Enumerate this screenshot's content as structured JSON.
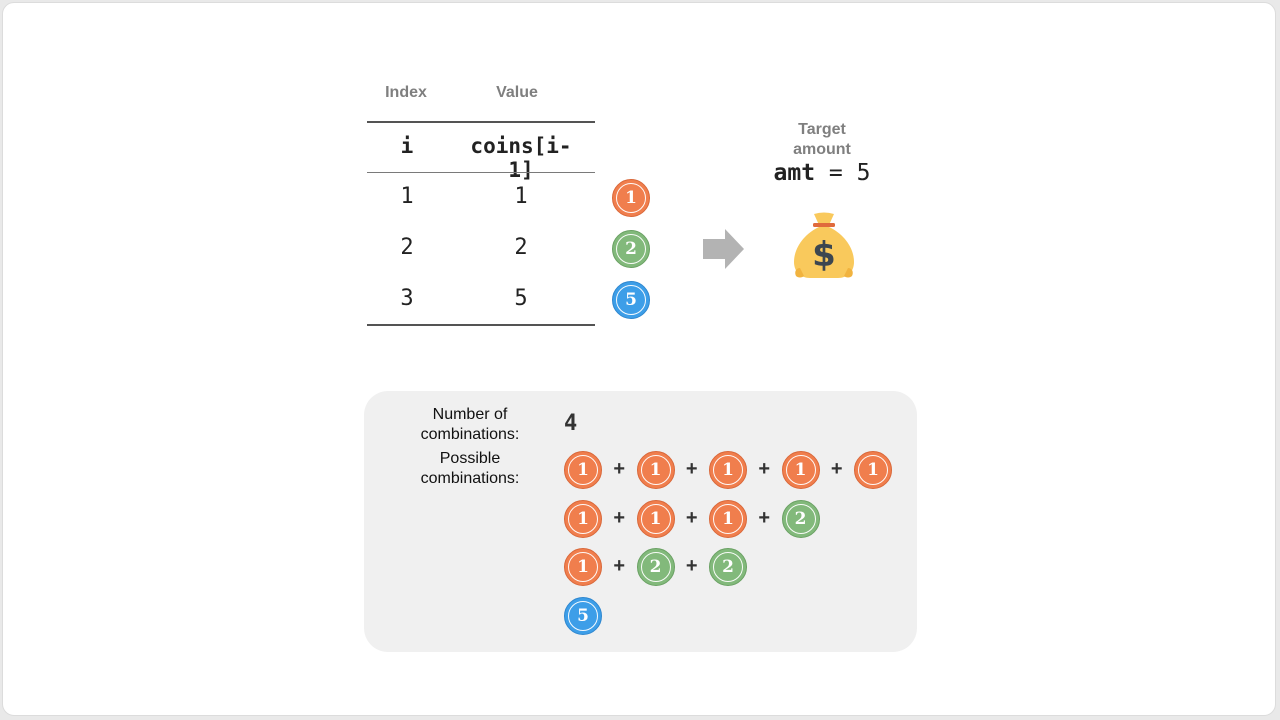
{
  "table": {
    "captions": {
      "index": "Index",
      "value": "Value"
    },
    "headers": {
      "i": "i",
      "value": "coins[i-1]"
    },
    "rows": [
      {
        "index": "1",
        "value": "1",
        "coin": "1",
        "color": "orange"
      },
      {
        "index": "2",
        "value": "2",
        "coin": "2",
        "color": "green"
      },
      {
        "index": "3",
        "value": "5",
        "coin": "5",
        "color": "blue"
      }
    ]
  },
  "target": {
    "caption_line1": "Target",
    "caption_line2": "amount",
    "var": "amt",
    "eq": "=",
    "value": "5",
    "icon": "money-bag-icon"
  },
  "arrow_icon": "right-arrow-icon",
  "result": {
    "count_label_line1": "Number of",
    "count_label_line2": "combinations:",
    "count_value": "4",
    "combos_label_line1": "Possible",
    "combos_label_line2": "combinations:",
    "plus": "+",
    "combinations": [
      [
        "1",
        "1",
        "1",
        "1",
        "1"
      ],
      [
        "1",
        "1",
        "1",
        "2"
      ],
      [
        "1",
        "2",
        "2"
      ],
      [
        "5"
      ]
    ]
  },
  "colors": {
    "orange": "#f07e4d",
    "green": "#82b97b",
    "blue": "#3d9ee8",
    "panel": "#f0f0f0",
    "arrow": "#b3b3b3",
    "bag": "#f9c95c"
  }
}
